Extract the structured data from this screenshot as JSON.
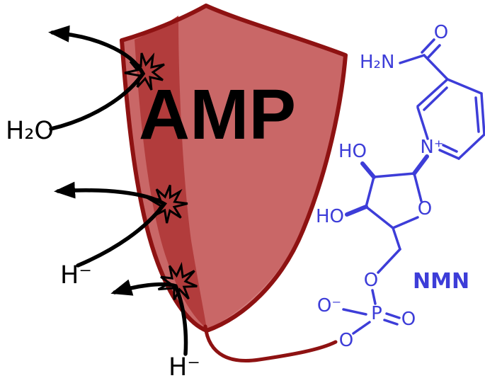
{
  "figure": {
    "description": "Shield diagram: AMP moiety shields NMN from water and hydride attack",
    "colors": {
      "shield_fill": "#c96767",
      "shield_stripe": "#b23c3c",
      "shield_highlight": "#d47f7f",
      "shield_border": "#8e1212",
      "molecule_blue": "#3d3dd8",
      "ink": "#000000"
    }
  },
  "shield": {
    "label": "AMP"
  },
  "deflected": {
    "water": "H₂O",
    "hydride_middle": "H⁻",
    "hydride_bottom": "H⁻"
  },
  "molecule": {
    "name": "NMN",
    "atoms": {
      "amide_nh2": "H₂N",
      "carbonyl_o": "O",
      "ring_n": "N⁺",
      "ho_2prime": "HO",
      "ho_3prime": "HO",
      "ribose_o": "O",
      "ester_o": "O",
      "phosphorus": "P",
      "o_minus": "O⁻",
      "phosphoryl_o": "O",
      "bridge_o": "O"
    }
  }
}
